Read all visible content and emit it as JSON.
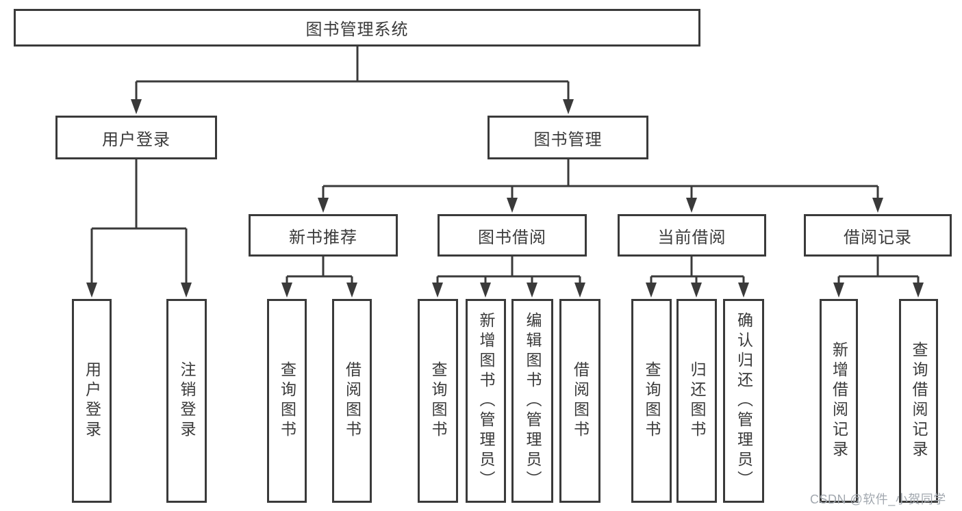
{
  "diagram": {
    "root": {
      "label": "图书管理系统"
    },
    "level2": [
      {
        "id": "user-login",
        "label": "用户登录"
      },
      {
        "id": "book-management",
        "label": "图书管理"
      }
    ],
    "level3": [
      {
        "id": "new-book-recommend",
        "label": "新书推荐"
      },
      {
        "id": "book-borrow",
        "label": "图书借阅"
      },
      {
        "id": "current-borrow",
        "label": "当前借阅"
      },
      {
        "id": "borrow-records",
        "label": "借阅记录"
      }
    ],
    "leaves": {
      "user_login": [
        "用户登录",
        "注销登录"
      ],
      "new_book_recommend": [
        "查询图书",
        "借阅图书"
      ],
      "book_borrow": [
        "查询图书",
        "新增图书（管理员）",
        "编辑图书（管理员）",
        "借阅图书"
      ],
      "current_borrow": [
        "查询图书",
        "归还图书",
        "确认归还（管理员）"
      ],
      "borrow_records": [
        "新增借阅记录",
        "查询借阅记录"
      ]
    },
    "colors": {
      "line": "#3a3a3a",
      "border": "#3a3a3a",
      "text": "#3a3a3a",
      "background": "#ffffff",
      "watermark": "#a2a8af"
    }
  },
  "watermark": {
    "text": "CSDN @软件_小贺同学"
  }
}
